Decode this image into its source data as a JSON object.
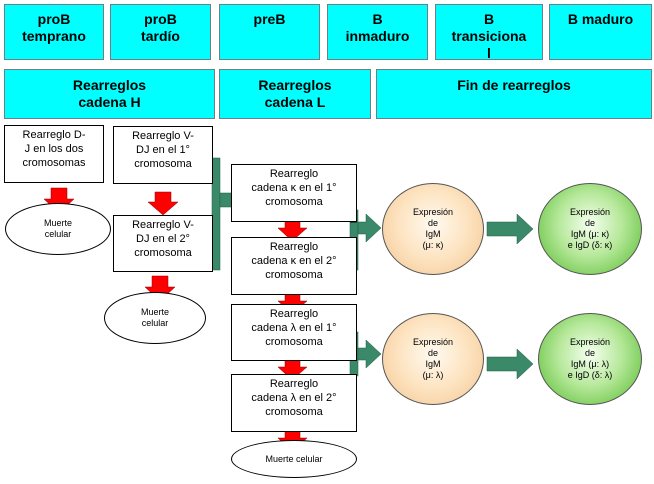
{
  "stages": [
    {
      "line1": "proB",
      "line2": "temprano"
    },
    {
      "line1": "proB",
      "line2": "tardío"
    },
    {
      "line1": "preB",
      "line2": ""
    },
    {
      "line1": "B",
      "line2": "inmaduro"
    },
    {
      "line1": "B",
      "line2": "transiciona",
      "line3": "l"
    },
    {
      "line1": "B maduro",
      "line2": ""
    }
  ],
  "phases": [
    {
      "line1": "Rearreglos",
      "line2": "cadena H"
    },
    {
      "line1": "Rearreglos",
      "line2": "cadena L"
    },
    {
      "line1": "Fin de rearreglos",
      "line2": ""
    }
  ],
  "boxes": {
    "dj": [
      "Rearreglo D-",
      "J en los dos",
      "cromosomas"
    ],
    "vdj1": [
      "Rearreglo V-",
      "DJ en el 1°",
      "cromosoma"
    ],
    "vdj2": [
      "Rearreglo V-",
      "DJ en el 2°",
      "cromosoma"
    ],
    "kappa1": [
      "Rearreglo",
      "cadena κ en el 1°",
      "cromosoma"
    ],
    "kappa2": [
      "Rearreglo",
      "cadena κ en el 2°",
      "cromosoma"
    ],
    "lambda1": [
      "Rearreglo",
      "cadena λ en el 1°",
      "cromosoma"
    ],
    "lambda2": [
      "Rearreglo",
      "cadena λ en el 2°",
      "cromosoma"
    ]
  },
  "deaths": {
    "death1": [
      "Muerte",
      "celular"
    ],
    "death2": [
      "Muerte",
      "celular"
    ],
    "death3": [
      "Muerte  celular"
    ]
  },
  "expression": {
    "kappa_immature": [
      "Expresión",
      "de",
      "IgM",
      "(μ: κ)"
    ],
    "lambda_immature": [
      "Expresión",
      "de",
      "IgM",
      "(μ: λ)"
    ],
    "kappa_mature": [
      "Expresión",
      "de",
      "IgM (μ: κ)",
      "e IgD (δ: κ)"
    ],
    "lambda_mature": [
      "Expresión",
      "de",
      "IgM (μ: λ)",
      "e IgD (δ: λ)"
    ]
  },
  "colors": {
    "header_fill": "#00ffff",
    "red_arrow": "#ff0000",
    "green_arrow": "#3a8a6a",
    "immature_circle": "#fde3c0",
    "mature_circle": "#5cbf33"
  }
}
